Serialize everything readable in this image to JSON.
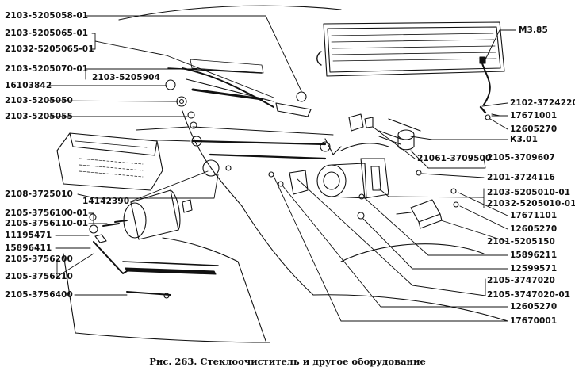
{
  "caption": "Рис. 263. Стеклоочиститель и другое оборудование",
  "labels": {
    "l01": "2103-5205058-01",
    "l02": "2103-5205065-01",
    "l03": "21032-5205065-01",
    "l04": "2103-5205070-01",
    "l05": "2103-5205904",
    "l06": "16103842",
    "l07": "2103-5205050",
    "l08": "2103-5205055",
    "l09": "2108-3725010",
    "l10": "14142390",
    "l11": "2105-3756100-01",
    "l12": "2105-3756110-01",
    "l13": "11195471",
    "l14": "15896411",
    "l15": "2105-3756200",
    "l16": "2105-3756210",
    "l17": "2105-3756400",
    "r01": "М3.85",
    "r02": "2102-3724220",
    "r03": "17671001",
    "r04": "12605270",
    "r05": "К3.01",
    "r06": "21061-3709500",
    "r07": "2105-3709607",
    "r08": "2101-3724116",
    "r09": "2103-5205010-01",
    "r10": "21032-5205010-01",
    "r11": "17671101",
    "r12": "12605270",
    "r13": "2101-5205150",
    "r14": "15896211",
    "r15": "12599571",
    "r16": "2105-3747020",
    "r17": "2105-3747020-01",
    "r18": "12605270",
    "r19": "17670001"
  }
}
